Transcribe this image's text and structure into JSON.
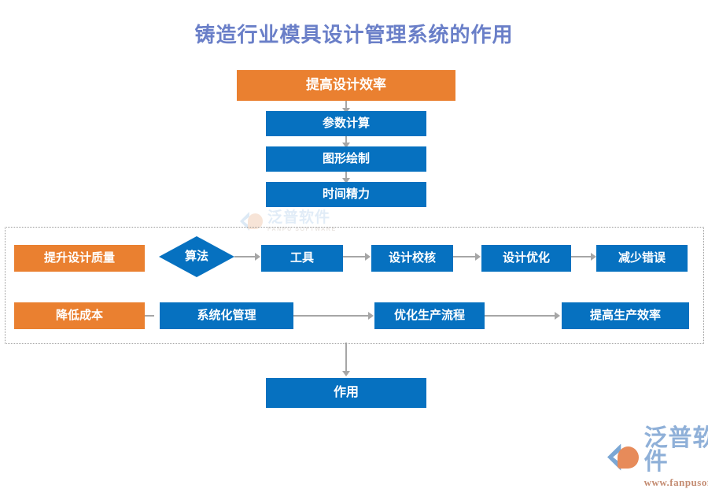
{
  "page": {
    "title": "铸造行业模具设计管理系统的作用",
    "title_color": "#6a7fc8",
    "background": "#ffffff"
  },
  "colors": {
    "blue": "#0671c0",
    "orange": "#ea8030",
    "connector": "#a6a6a6",
    "panel_border": "#9a9a9a"
  },
  "flow": {
    "top_chain": [
      {
        "label": "提高设计效率",
        "color": "orange"
      },
      {
        "label": "参数计算",
        "color": "blue"
      },
      {
        "label": "图形绘制",
        "color": "blue"
      },
      {
        "label": "时间精力",
        "color": "blue"
      }
    ],
    "row1": {
      "start": {
        "label": "提升设计质量",
        "color": "orange"
      },
      "decision": {
        "label": "算法",
        "color": "blue",
        "shape": "diamond"
      },
      "steps": [
        {
          "label": "工具",
          "color": "blue"
        },
        {
          "label": "设计校核",
          "color": "blue"
        },
        {
          "label": "设计优化",
          "color": "blue"
        },
        {
          "label": "减少错误",
          "color": "blue"
        }
      ]
    },
    "row2": {
      "start": {
        "label": "降低成本",
        "color": "orange"
      },
      "steps": [
        {
          "label": "系统化管理",
          "color": "blue"
        },
        {
          "label": "优化生产流程",
          "color": "blue"
        },
        {
          "label": "提高生产效率",
          "color": "blue"
        }
      ]
    },
    "result": {
      "label": "作用",
      "color": "blue"
    }
  },
  "watermark": {
    "cn": "泛普软件",
    "en": "FANPU SOFTWARE"
  },
  "logo": {
    "cn": "泛普软件",
    "url": "www.fanpusoft.com"
  }
}
